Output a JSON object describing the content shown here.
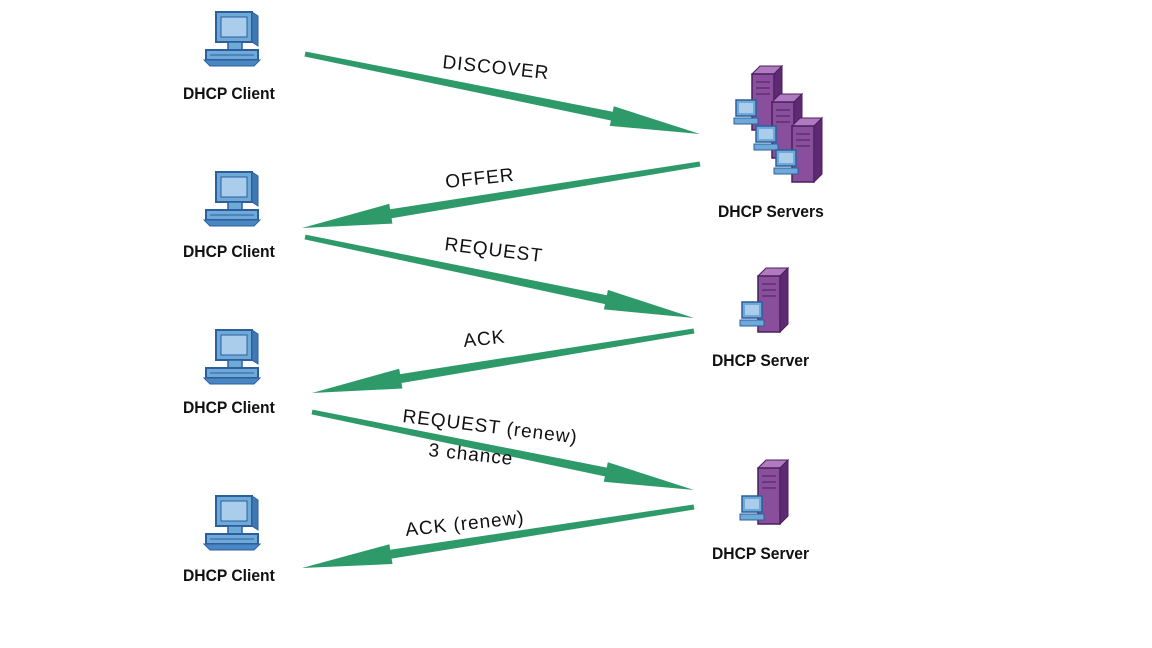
{
  "diagram": {
    "clients": [
      {
        "label": "DHCP Client"
      },
      {
        "label": "DHCP Client"
      },
      {
        "label": "DHCP Client"
      },
      {
        "label": "DHCP Client"
      }
    ],
    "servers": [
      {
        "label": "DHCP Servers"
      },
      {
        "label": "DHCP Server"
      },
      {
        "label": "DHCP Server"
      }
    ],
    "messages": [
      {
        "label": "DISCOVER",
        "direction": "client-to-server"
      },
      {
        "label": "OFFER",
        "direction": "server-to-client"
      },
      {
        "label": "REQUEST",
        "direction": "client-to-server"
      },
      {
        "label": "ACK",
        "direction": "server-to-client"
      },
      {
        "label": "REQUEST (renew)",
        "sublabel": "3 chance",
        "direction": "client-to-server"
      },
      {
        "label": "ACK (renew)",
        "direction": "server-to-client"
      }
    ],
    "colors": {
      "arrow": "#2e9a6a",
      "computer_fill": "#6fa9d8",
      "computer_stroke": "#2b5f9e",
      "server_fill": "#8a4f9c",
      "server_stroke": "#4b1f5e"
    },
    "icons": {
      "client": "desktop-computer-icon",
      "servers": "server-cluster-icon",
      "server": "server-tower-icon"
    }
  }
}
